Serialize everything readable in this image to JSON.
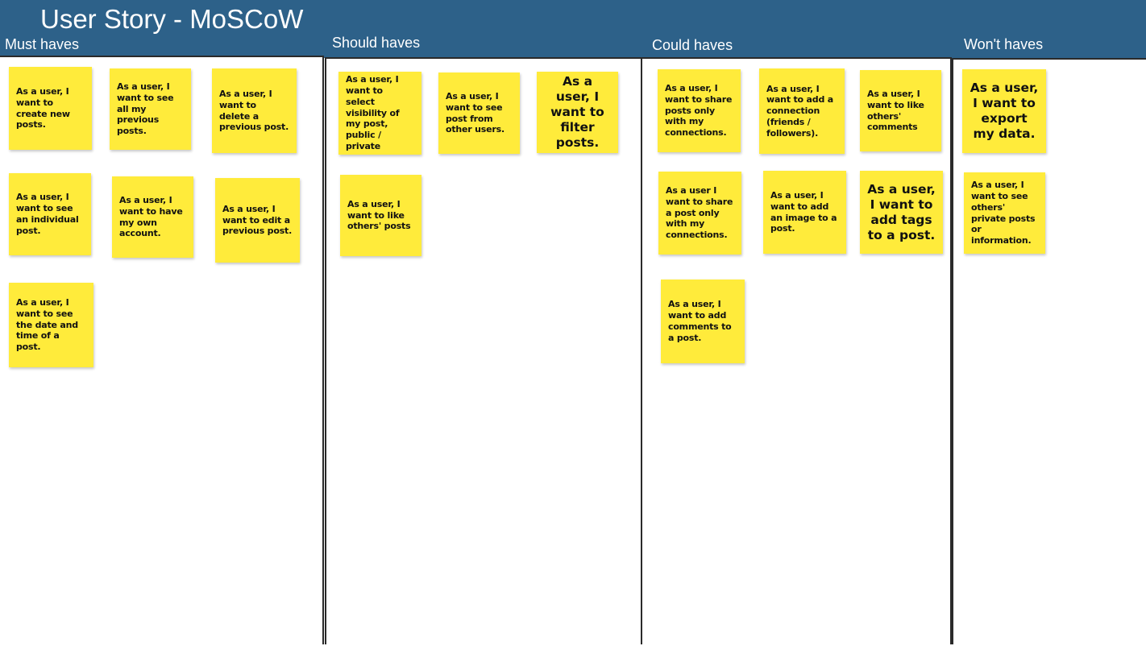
{
  "board": {
    "title": "User Story - MoSCoW"
  },
  "columns": [
    {
      "title": "Must haves"
    },
    {
      "title": "Should haves"
    },
    {
      "title": "Could haves"
    },
    {
      "title": "Won't haves"
    }
  ],
  "notes": {
    "must": [
      "As a user, I want to create new posts.",
      "As a user, I want to see all my previous posts.",
      "As a user, I want to delete a previous post.",
      "As a user, I want to see an individual post.",
      "As a user, I want to have my own account.",
      "As a user, I want to edit a previous post.",
      "As a user, I want to see the date and time of a post."
    ],
    "should": [
      "As a user, I want to select visibility of my post, public / private",
      "As a user, I want to see post from other users.",
      "As a user, I want to filter posts.",
      "As a user, I want to like others' posts"
    ],
    "could": [
      "As a user, I want to share posts only with my connections.",
      "As a user, I want to add a connection (friends / followers).",
      "As a user, I want to like others' comments",
      "As a user I want to share a post only with my connections.",
      "As a user, I want to add an image to a post.",
      "As a user, I want to add tags to a post.",
      "As a user, I want to add comments to a post."
    ],
    "wont": [
      "As a user, I want to export my data.",
      "As a user, I want to see others' private posts or information."
    ]
  },
  "colors": {
    "header": "#2d6189",
    "sticky_note": "#ffeb3b",
    "column_border": "#2a2a2a"
  }
}
